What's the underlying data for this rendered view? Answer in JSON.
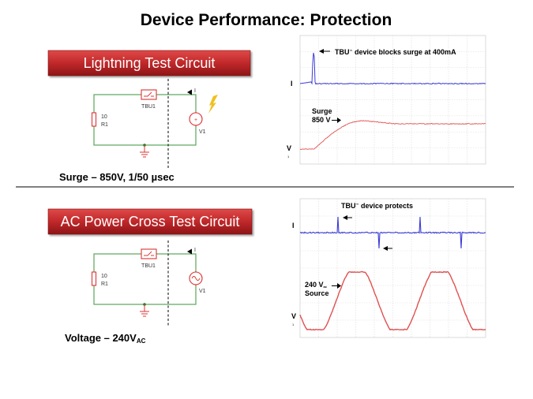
{
  "slide": {
    "title": "Device Performance: Protection"
  },
  "lightning": {
    "banner": "Lightning Test Circuit",
    "caption": "Surge – 850V, 1/50 µsec",
    "circuit": {
      "tbu": "TBU1",
      "r_value": "10",
      "r_name": "R1",
      "source": "V1",
      "current": "I"
    },
    "scope": {
      "label_i": "I",
      "label_v": "V",
      "label_v_sub": "1",
      "annotation_top_prefix": "TBU",
      "annotation_top_sup": "™",
      "annotation_top_suffix": " device blocks surge at 400mA",
      "annotation_surge_1": "Surge",
      "annotation_surge_2": "850 V"
    }
  },
  "ac_cross": {
    "banner": "AC Power Cross Test Circuit",
    "caption_main": "Voltage – 240V",
    "caption_sub": "AC",
    "circuit": {
      "tbu": "TBU1",
      "r_value": "10",
      "r_name": "R1",
      "source": "V1",
      "current": "I"
    },
    "scope": {
      "label_i": "I",
      "label_v": "V",
      "label_v_sub": "1",
      "annotation_top_prefix": "TBU",
      "annotation_top_sup": "™",
      "annotation_top_suffix": " device protects",
      "annotation_src_1a": "240 V",
      "annotation_src_1sub": "ac",
      "annotation_src_2": "Source"
    }
  },
  "colors": {
    "banner": "#c0282a",
    "current_trace": "#3b3bd6",
    "voltage_trace": "#e05050",
    "wire": "#5aa55a"
  }
}
